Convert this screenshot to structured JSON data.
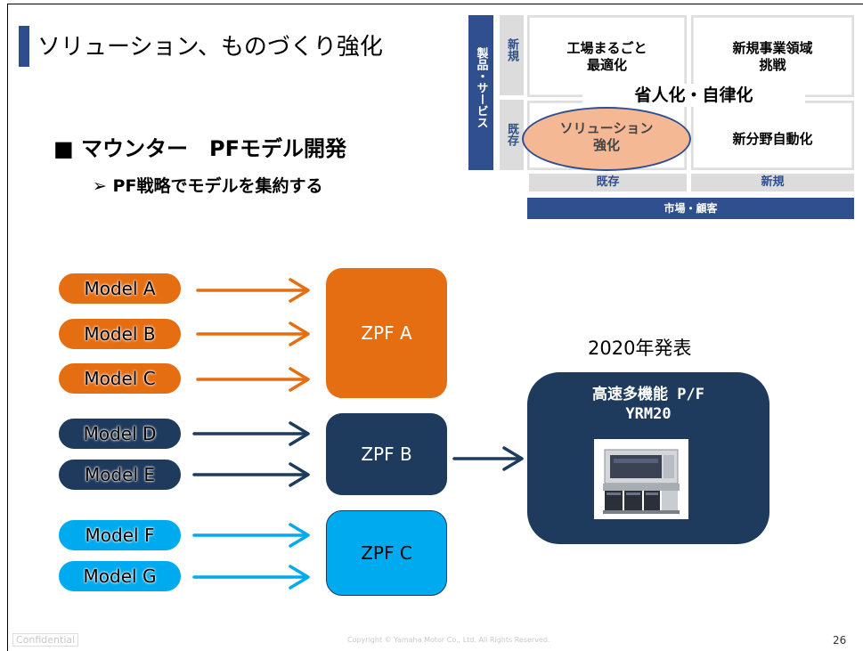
{
  "header": {
    "title": "ソリューション、ものづくり強化",
    "heading": "■ マウンター　PFモデル開発",
    "subheading": "➢ PF戦略でモデルを集約する"
  },
  "matrix": {
    "left_axis": "製品・サービス",
    "row_new": "新規",
    "row_existing": "既存",
    "cell_top_left": "工場まるごと\n最適化",
    "cell_top_right": "新規事業領域\n挑戦",
    "center_label": "省人化・自律化",
    "cell_bottom_left": "ソリューション\n強化",
    "cell_bottom_right": "新分野自動化",
    "col_existing": "既存",
    "col_new": "新規",
    "bottom_axis": "市場・顧客"
  },
  "models": [
    {
      "label": "Model A",
      "group": "A"
    },
    {
      "label": "Model B",
      "group": "A"
    },
    {
      "label": "Model C",
      "group": "A"
    },
    {
      "label": "Model D",
      "group": "B"
    },
    {
      "label": "Model E",
      "group": "B"
    },
    {
      "label": "Model F",
      "group": "C"
    },
    {
      "label": "Model G",
      "group": "C"
    }
  ],
  "platforms": {
    "a": "ZPF A",
    "b": "ZPF B",
    "c": "ZPF C"
  },
  "release": {
    "year_label": "2020年発表",
    "name_line1": "高速多機能 P/F",
    "name_line2": "YRM20"
  },
  "colors": {
    "orange": "#e56e12",
    "navy": "#1e3a5c",
    "cyan": "#00aaee",
    "matrix_blue": "#2f4f8f",
    "highlight": "#f5b895"
  },
  "footer": {
    "confidential": "Confidential",
    "copyright": "Copyright © Yamaha Motor Co., Ltd.  All Rights Reserved.",
    "page": "26"
  }
}
